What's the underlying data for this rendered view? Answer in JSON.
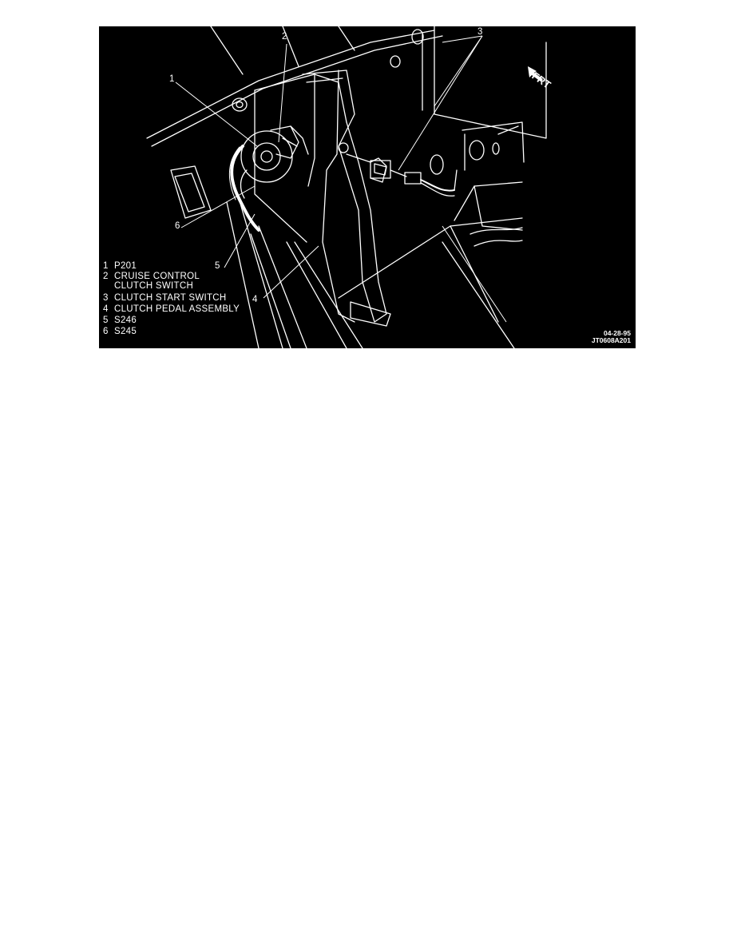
{
  "figure": {
    "legend": [
      {
        "num": "1",
        "text": "P201"
      },
      {
        "num": "2",
        "text": "CRUISE CONTROL\nCLUTCH SWITCH"
      },
      {
        "num": "3",
        "text": "CLUTCH START SWITCH"
      },
      {
        "num": "4",
        "text": "CLUTCH PEDAL ASSEMBLY"
      },
      {
        "num": "5",
        "text": "S246"
      },
      {
        "num": "6",
        "text": "S245"
      }
    ],
    "callouts": [
      "1",
      "2",
      "3",
      "4",
      "5",
      "6"
    ],
    "direction_label": "FRT",
    "date_code": "04-28-95",
    "figure_code": "JT0608A201",
    "colors": {
      "background": "#000000",
      "lines": "#ffffff",
      "page": "#ffffff"
    }
  }
}
